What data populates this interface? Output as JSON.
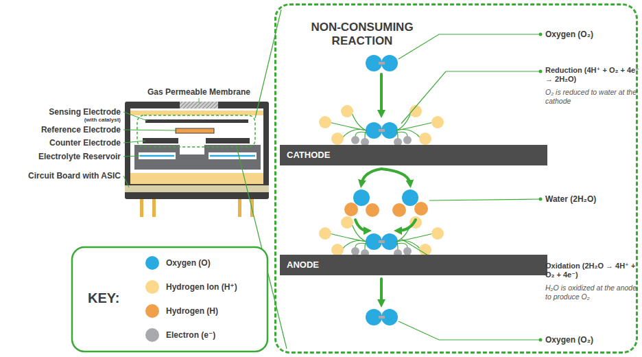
{
  "diagram": {
    "nodes": [
      {
        "text": [
          "NON-CONSUMING REACTION"
        ]
      },
      {
        "text": [
          "CATHODE"
        ],
        "in": 0
      },
      {
        "text": [
          "ANODE"
        ],
        "in": 0
      }
    ],
    "labels": [
      "Gas Permeable Membrane",
      "Sensing Electrode",
      "(with catalyst)",
      "Reference Electrode",
      "Counter Electrode",
      "Electrolyte Reservoir",
      "Circuit Board with ASIC",
      "KEY:",
      "Oxygen (O₂)",
      "Reduction (4H⁺ + O₂ + 4e⁻ → 2H₂O)",
      "O₂ is reduced to water at the cathode",
      "Water (2H₂O)",
      "Oxidation (2H₂O → 4H⁺ + O₂ + 4e⁻)",
      "H₂O is oxidized at the anode to produce O₂",
      "Oxygen (O₂)"
    ],
    "legend": [
      {
        "text": "Oxygen (O)",
        "color": "#29abe2"
      },
      {
        "text": "Hydrogen Ion (H⁺)",
        "color": "#fcd88c"
      },
      {
        "text": "Hydrogen (H)",
        "color": "#f0a04b"
      },
      {
        "text": "Electron (e⁻)",
        "color": "#a7a9ac"
      }
    ]
  }
}
